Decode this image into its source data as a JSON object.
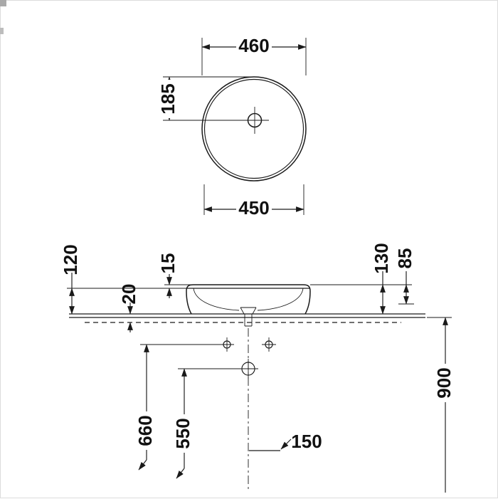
{
  "dimensions": {
    "plan": {
      "outer_diameter": "460",
      "tap_offset": "185",
      "basin_diameter": "450"
    },
    "side": {
      "height_to_rim": "120",
      "rim_thickness": "15",
      "counter_clearance": "20",
      "total_height": "130",
      "bowl_depth": "85"
    },
    "install": {
      "counter_height": "900",
      "fixing_height": "660",
      "drain_height": "550",
      "side_offset": "150"
    }
  },
  "colors": {
    "line": "#1a1a1a",
    "background": "#ffffff"
  }
}
